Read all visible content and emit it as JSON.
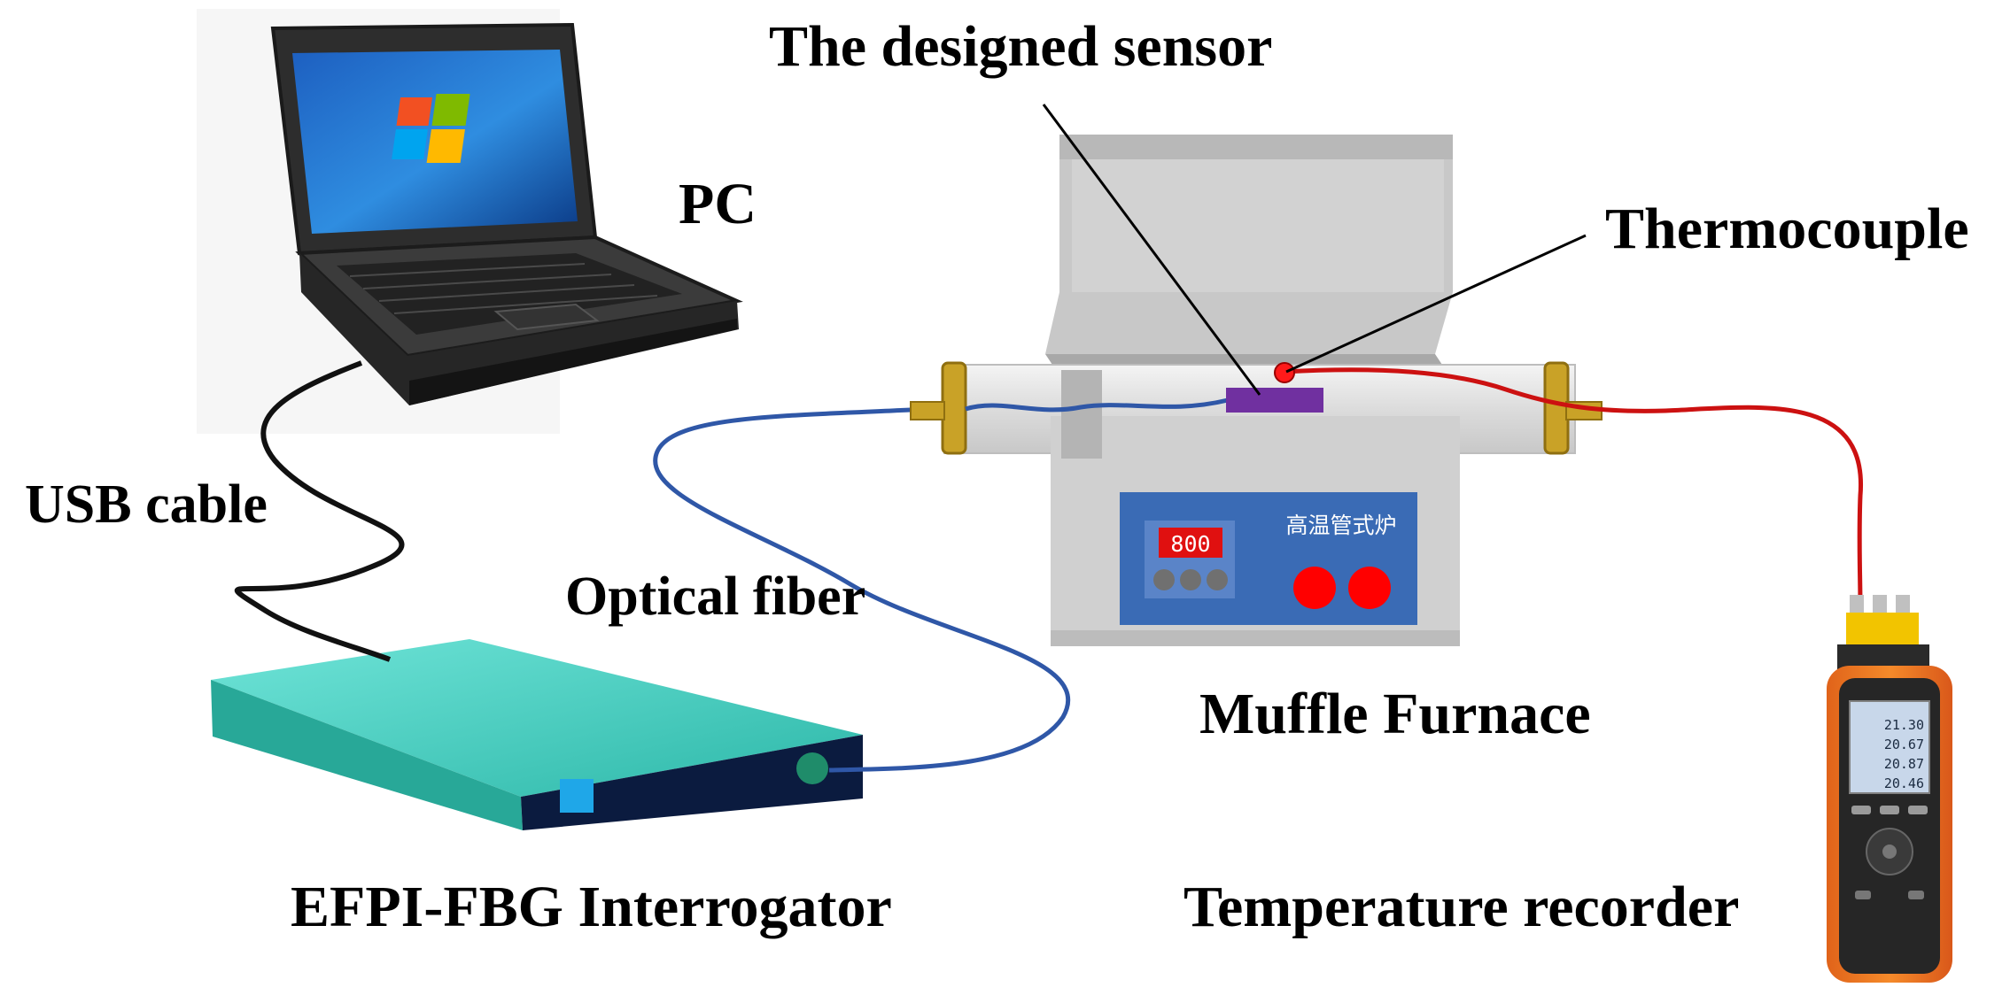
{
  "labels": {
    "designed_sensor": "The designed sensor",
    "pc": "PC",
    "thermocouple": "Thermocouple",
    "usb_cable": "USB cable",
    "optical_fiber": "Optical fiber",
    "muffle_furnace": "Muffle Furnace",
    "interrogator": "EFPI-FBG Interrogator",
    "temperature_recorder": "Temperature recorder"
  },
  "furnace": {
    "panel_text": "高温管式炉",
    "display_value": "800"
  },
  "recorder": {
    "readings": [
      "21.30",
      "20.67",
      "20.87",
      "20.46"
    ]
  },
  "colors": {
    "usb_cable": "#111111",
    "optical_fiber": "#2f57a7",
    "thermocouple_wire": "#cc1111",
    "sensor": "#7030a0",
    "furnace_panel": "#3a6bb5",
    "flange": "#c9a227",
    "interrogator_top": "#45d3c4",
    "interrogator_front": "#0b1b3f",
    "recorder_body": "#f07a1e"
  },
  "icons": [
    "laptop-icon",
    "windows-logo-icon",
    "tube-furnace-icon",
    "interrogator-device-icon",
    "temperature-recorder-icon"
  ]
}
